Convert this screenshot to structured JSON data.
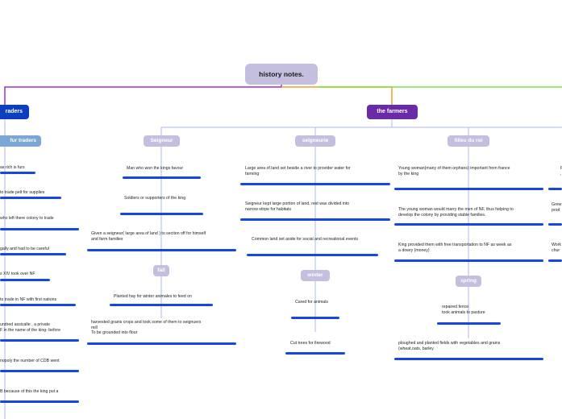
{
  "root": {
    "title": "history notes."
  },
  "branches": {
    "traders": {
      "label": "raders",
      "color": "#0b3fbf"
    },
    "farmers": {
      "label": "the farmers",
      "color": "#6b2aa6"
    }
  },
  "columns": {
    "fur_traders": {
      "title": "fur traders",
      "leaves": [
        "as rich is furs",
        "to trade pelt for supplies",
        "who left there colony  to trade",
        "gally and had to be careful",
        "s XIV took over NF",
        "to trade in NF with first nations",
        "undred assicalte , a private\nF in the name of the king- before",
        "nopoly the number of CDB went",
        "B because of this the king put a"
      ]
    },
    "seigneur": {
      "title": "Seigneur",
      "leaves": [
        "Man who won the kings favour",
        "Soldiers or supporters of the king",
        "Given a seigneur( large area of land ) to section off for himself\nand farm families"
      ],
      "fall": {
        "title": "fall",
        "leaves": [
          "Planted hay for winter animales to feed  on",
          "harvested grains crops and took some of them to seignuers\nmill\nTo be grounded into flour"
        ]
      }
    },
    "seigneurie": {
      "title": "seigneurie",
      "leaves": [
        "Large area of land set beside  a river to provider water for\nfarming",
        "Seigneur kept large portion of land, rest was divided into\nnarrow stirpe for habitats",
        "Common land set aside for social and recreational events"
      ],
      "winter": {
        "title": "winter",
        "leaves": [
          "Cared for animals",
          "Cut trees for firewood"
        ]
      }
    },
    "filles_du_roi": {
      "title": "filles du roi",
      "leaves": [
        "Young woman(many of them orphans) important from france\nby the king",
        "The young woman would marry the men of NF, thus helping to\ndevelop the colony by providing stable families.",
        "King provided them with free transportation to NF as week as\na dowry (money)"
      ],
      "spring": {
        "title": "spring",
        "leaves": [
          "repaired fence\n took animals to pasture",
          "ploughed and planted fields with vegetables and grains\n(wheat,oats, barley"
        ]
      }
    },
    "right_edge": {
      "leaves": [
        "F\n,",
        "Grew\nprod",
        "Work\nchur"
      ]
    }
  },
  "colors": {
    "line_purple": "#9b30d9",
    "line_orange": "#f0a020",
    "line_green": "#7de040",
    "line_light": "#a9b8f0",
    "bar_blue": "#1447e6",
    "fur_traders_pill": "#7ba7d6",
    "sub_pill": "#c4bfdf"
  }
}
